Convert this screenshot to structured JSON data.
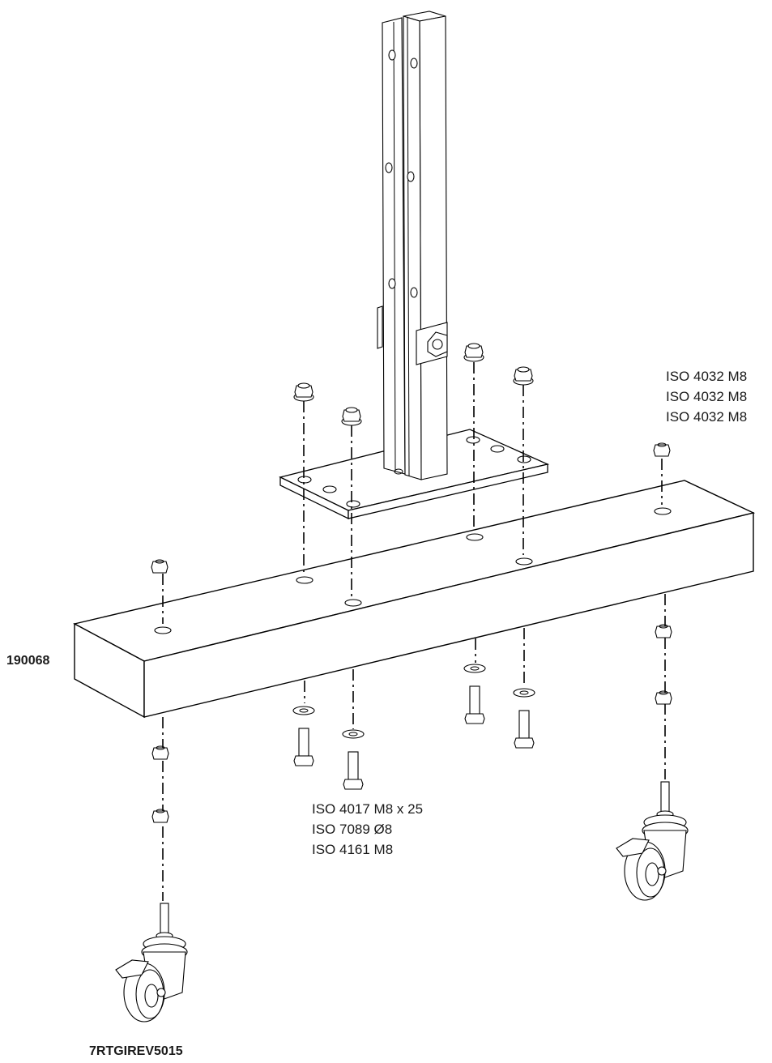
{
  "labels": {
    "beam_code": "190068",
    "caster_code": "7RTGIREV5015",
    "nut_spec_lines": [
      "ISO 4032 M8",
      "ISO 4032 M8",
      "ISO 4032 M8"
    ],
    "bolt_spec_lines": [
      "ISO 4017 M8 x 25",
      "ISO 7089 Ø8",
      "ISO 4161 M8"
    ]
  }
}
